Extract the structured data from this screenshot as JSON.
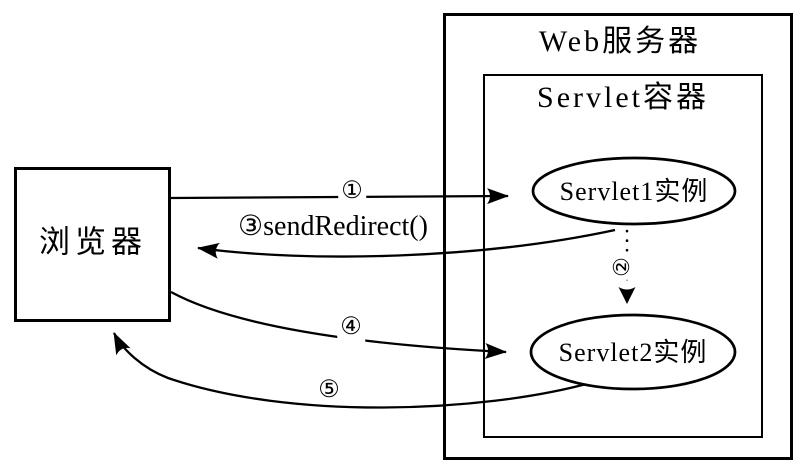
{
  "diagram": {
    "web_server_label": "Web服务器",
    "servlet_container_label": "Servlet容器",
    "browser_label": "浏览器",
    "servlet1_label": "Servlet1实例",
    "servlet2_label": "Servlet2实例",
    "arrow_labels": {
      "step1": "①",
      "step2": "②",
      "step3": "③sendRedirect()",
      "step4": "④",
      "step5": "⑤"
    },
    "colors": {
      "line": "#000000",
      "background": "#ffffff"
    }
  }
}
